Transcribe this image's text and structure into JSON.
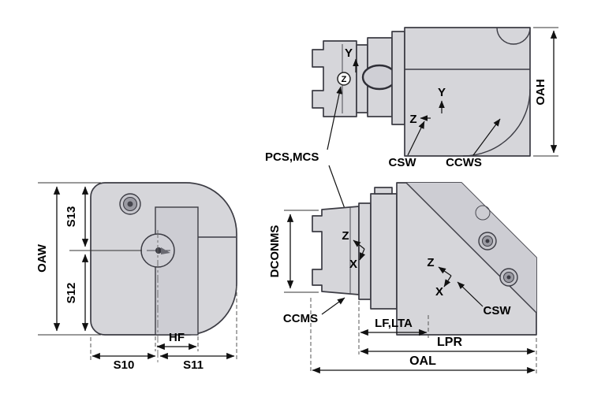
{
  "title": "tool-holder-dimension-diagram",
  "colors": {
    "background": "#ffffff",
    "part_fill": "#d6d6da",
    "part_fill_alt": "#cdcdd3",
    "outline": "#3c3c44",
    "dimension_line": "#111111",
    "text": "#000000"
  },
  "side_view_top": {
    "axis_y_gauge": "Y",
    "axis_z_gauge": "Z",
    "axis_y_body": "Y",
    "axis_z_body": "Z",
    "label_pcs_mcs": "PCS,MCS",
    "label_csw": "CSW",
    "label_ccws": "CCWS",
    "dim_oah": "OAH"
  },
  "front_view": {
    "dim_oaw": "OAW",
    "dim_s13": "S13",
    "dim_s12": "S12",
    "dim_hf": "HF",
    "dim_s10": "S10",
    "dim_s11": "S11"
  },
  "side_view_bottom": {
    "axis_z_flange": "Z",
    "axis_x_flange": "X",
    "axis_z_head": "Z",
    "axis_x_head": "X",
    "label_ccms": "CCMS",
    "label_csw": "CSW",
    "dim_dconms": "DCONMS",
    "dim_lf_lta": "LF,LTA",
    "dim_lpr": "LPR",
    "dim_oal": "OAL"
  }
}
